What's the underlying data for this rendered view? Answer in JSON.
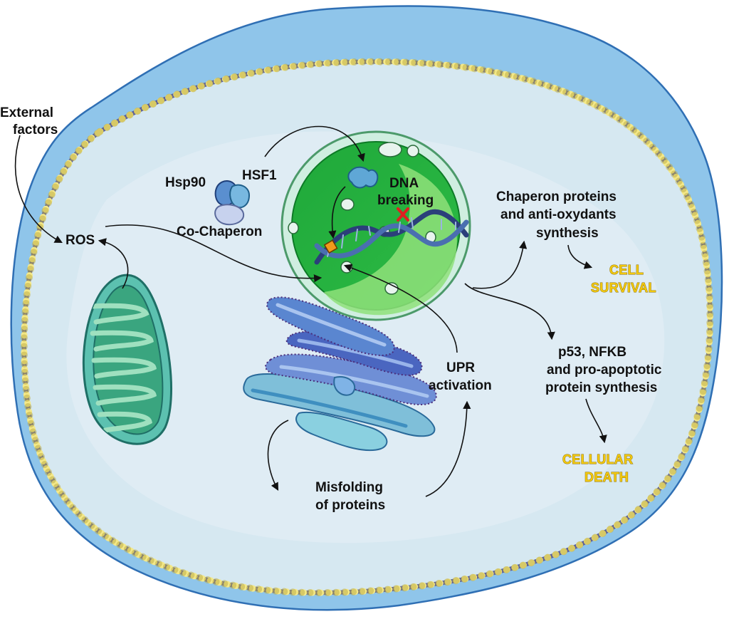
{
  "colors": {
    "cell_outer": "#8fc5ea",
    "cytoplasm": "#d6e8f1",
    "membrane_bead": "#f4e98a",
    "membrane_band": "#6a6ea8",
    "nucleus_green": "#1fa83a",
    "nucleus_light": "#8fe07a",
    "mitochondrion": "#3aa57f",
    "er_blue": "#3f73b5",
    "outcome_yellow": "#f2c80f"
  },
  "labels": {
    "external_line1": "External",
    "external_line2": "factors",
    "ros": "ROS",
    "hsp90": "Hsp90",
    "hsf1": "HSF1",
    "cochaperon": "Co-Chaperon",
    "dna_line1": "DNA",
    "dna_line2": "breaking",
    "chaperon_line1": "Chaperon proteins",
    "chaperon_line2": "and anti-oxydants",
    "chaperon_line3": "synthesis",
    "survival_line1": "CELL",
    "survival_line2": "SURVIVAL",
    "p53_line1": "p53, NFKB",
    "p53_line2": "and pro-apoptotic",
    "p53_line3": "protein synthesis",
    "death_line1": "CELLULAR",
    "death_line2": "DEATH",
    "upr_line1": "UPR",
    "upr_line2": "activation",
    "misfold_line1": "Misfolding",
    "misfold_line2": "of proteins"
  }
}
